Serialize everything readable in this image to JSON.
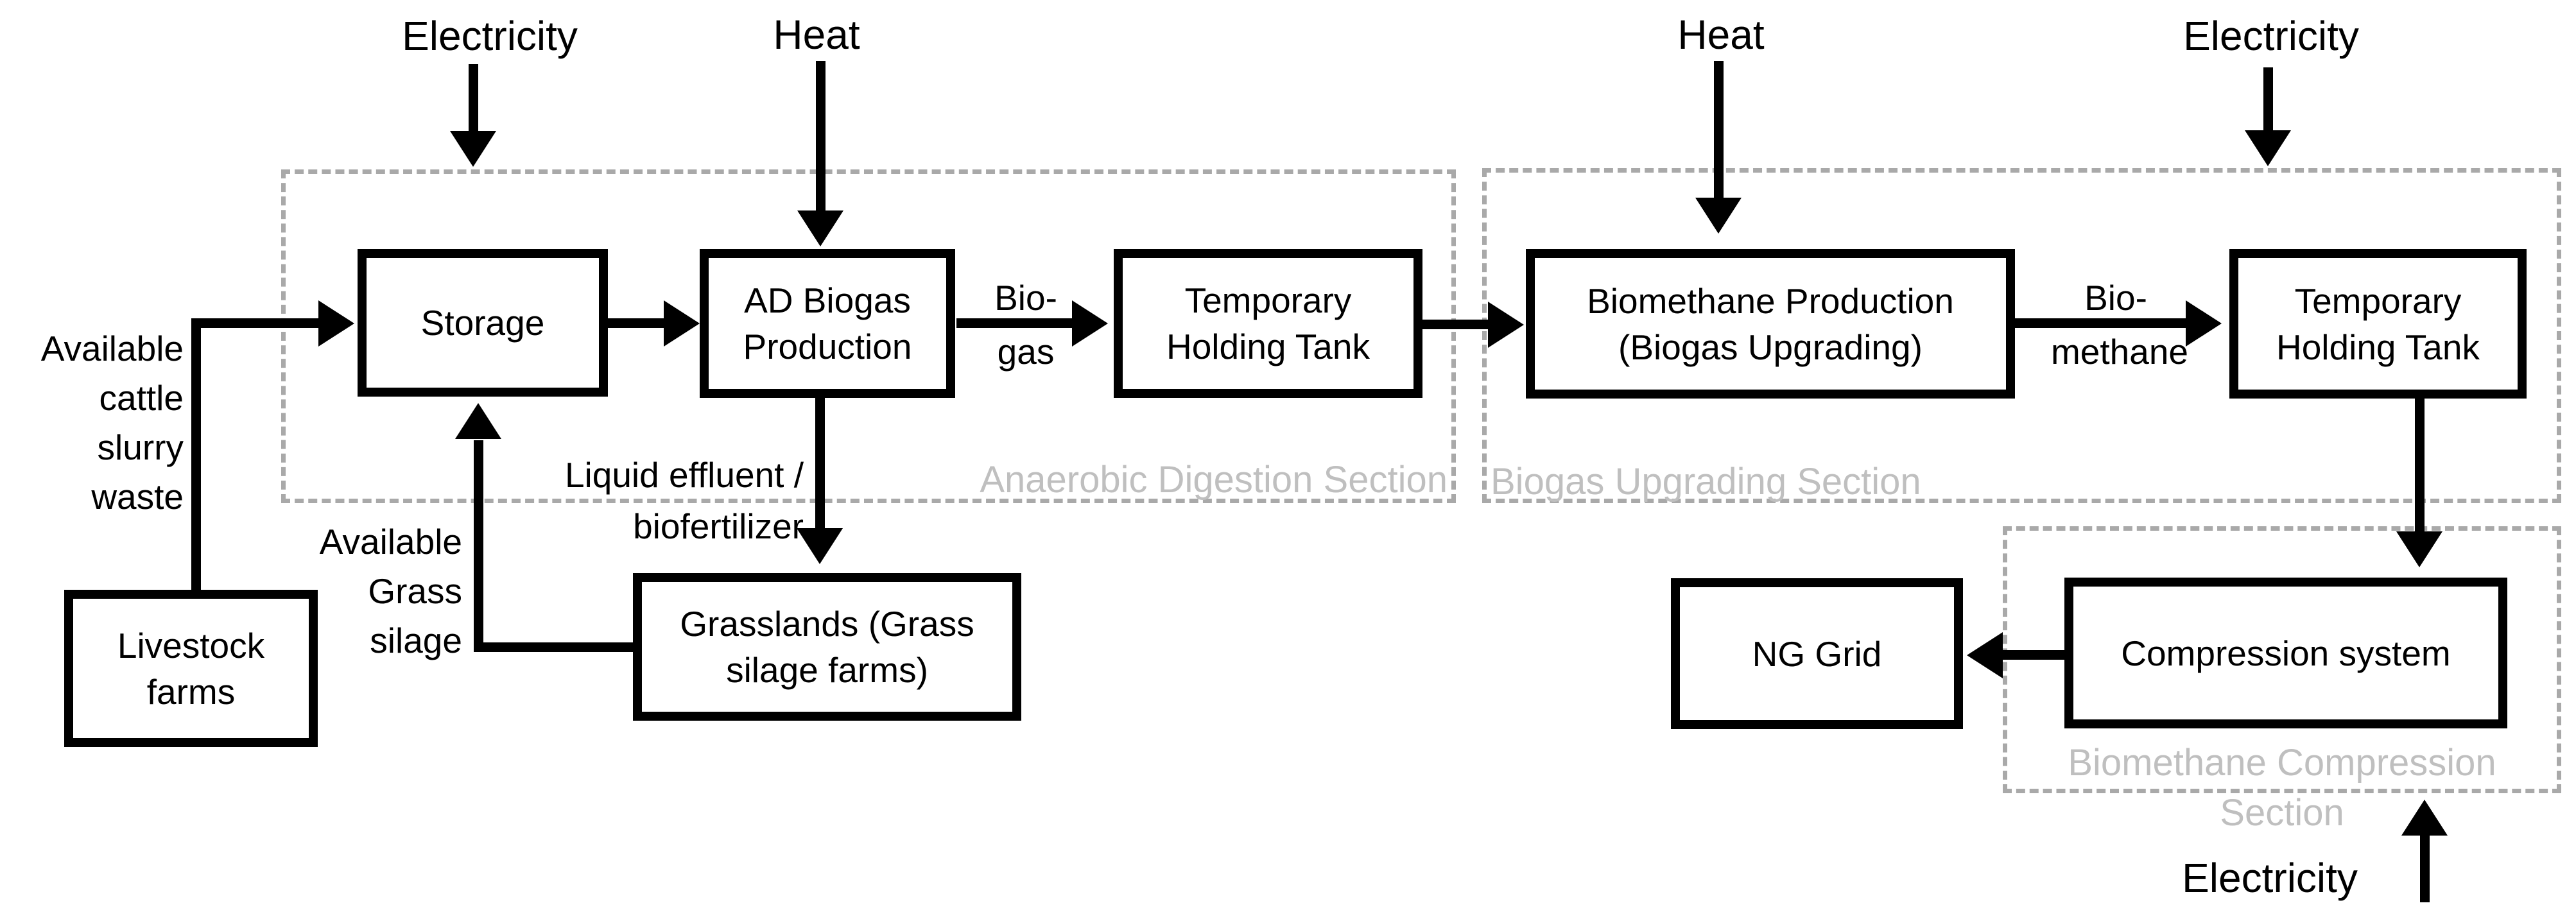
{
  "colors": {
    "line": "#000000",
    "box_border": "#000000",
    "section_border": "#A9A9A9",
    "section_label": "#BFBFBF",
    "background": "#FFFFFF"
  },
  "inputs": {
    "electricity_top_left": "Electricity",
    "heat_left": "Heat",
    "heat_right": "Heat",
    "electricity_top_right": "Electricity",
    "electricity_bottom": "Electricity"
  },
  "sections": {
    "anaerobic": "Anaerobic Digestion Section",
    "upgrading": "Biogas Upgrading Section",
    "compression": "Biomethane Compression\nSection"
  },
  "boxes": {
    "storage": "Storage",
    "ad_biogas": "AD Biogas\nProduction",
    "holding_tank_1": "Temporary\nHolding Tank",
    "biomethane": "Biomethane Production\n(Biogas Upgrading)",
    "holding_tank_2": "Temporary\nHolding Tank",
    "livestock": "Livestock\nfarms",
    "grasslands": "Grasslands (Grass\nsilage farms)",
    "ng_grid": "NG Grid",
    "compression_system": "Compression system"
  },
  "flows": {
    "cattle_slurry": "Available\ncattle\nslurry\nwaste",
    "grass_silage": "Available\nGrass\nsilage",
    "liquid_effluent": "Liquid effluent /\nbiofertilizer",
    "biogas_top": "Bio-",
    "biogas_bottom": "gas",
    "biomethane_top": "Bio-",
    "biomethane_bottom": "methane"
  }
}
